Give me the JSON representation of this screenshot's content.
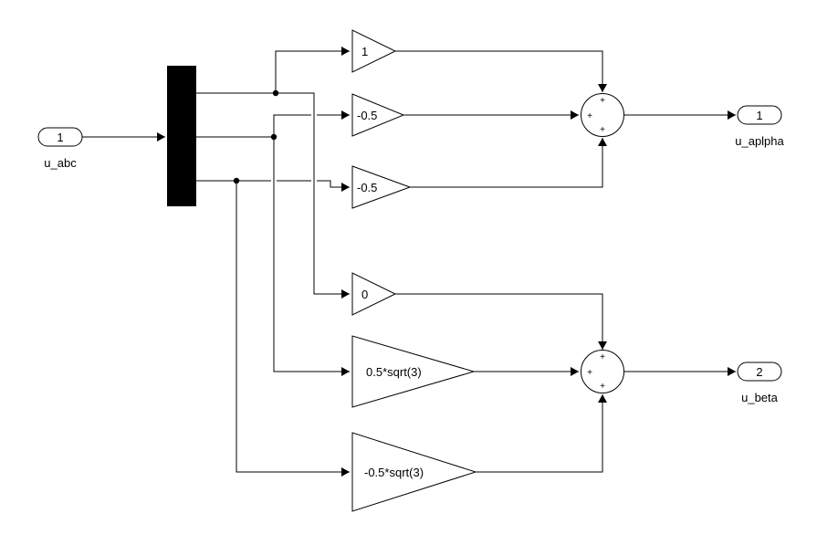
{
  "inports": [
    {
      "number": "1",
      "name": "u_abc"
    }
  ],
  "outports": [
    {
      "number": "1",
      "name": "u_aplpha"
    },
    {
      "number": "2",
      "name": "u_beta"
    }
  ],
  "gains": [
    {
      "value": "1"
    },
    {
      "value": "-0.5"
    },
    {
      "value": "-0.5"
    },
    {
      "value": "0"
    },
    {
      "value": "0.5*sqrt(3)"
    },
    {
      "value": "-0.5*sqrt(3)"
    }
  ],
  "sums": [
    {
      "signs": [
        "+",
        "+",
        "+"
      ]
    },
    {
      "signs": [
        "+",
        "+",
        "+"
      ]
    }
  ]
}
